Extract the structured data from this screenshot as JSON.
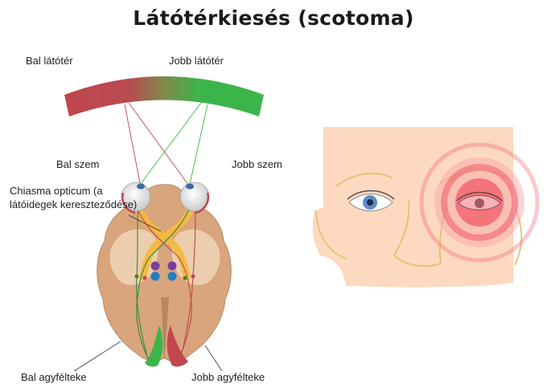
{
  "title": "Látótérkiesés (scotoma)",
  "labels": {
    "left_visual_field": "Bal látótér",
    "right_visual_field": "Jobb látótér",
    "left_eye": "Bal szem",
    "right_eye": "Jobb szem",
    "chiasma_line1": "Chiasma opticum (a",
    "chiasma_line2": "látóidegek kereszteződése)",
    "left_hemisphere": "Bal agyfélteke",
    "right_hemisphere": "Jobb agyfélteke"
  },
  "colors": {
    "left_field": "#c0464f",
    "right_field": "#3bb54a",
    "brain": "#d8a57c",
    "pathway": "#f5b942",
    "face": "#fdd9bf",
    "scotoma": "#f1626d"
  }
}
